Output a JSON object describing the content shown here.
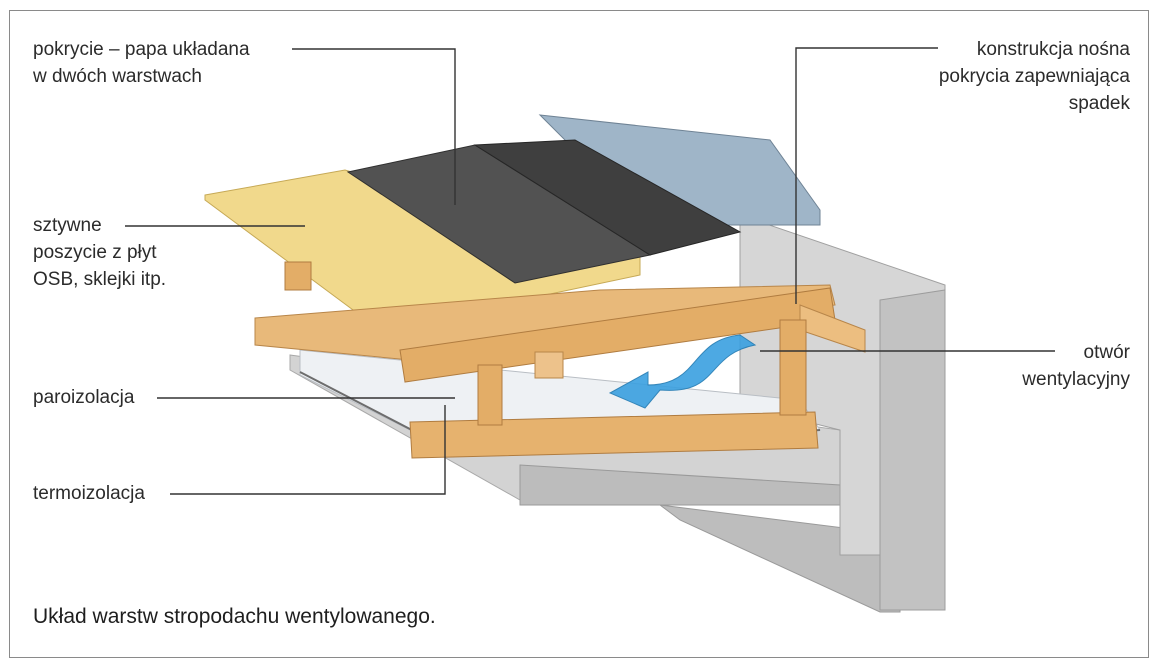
{
  "labels": {
    "covering": "pokrycie – papa układana\nw dwóch warstwach",
    "sheathing": "sztywne\nposzycie z płyt\nOSB, sklejki itp.",
    "vapor_barrier": "paroizolacja",
    "thermal_insulation": "termoizolacja",
    "load_structure": "konstrukcja nośna\npokrycia zapewniająca\nspadek",
    "vent_opening": "otwór\nwentylacyjny"
  },
  "caption": "Układ warstw stropodachu wentylowanego.",
  "colors": {
    "wood": "#e8b97a",
    "osb": "#f1d98c",
    "tar_paper": "#4a4a4a",
    "concrete": "#c9c9c9",
    "vent_arrow": "#3aa0e0",
    "leader_line": "#333333"
  }
}
